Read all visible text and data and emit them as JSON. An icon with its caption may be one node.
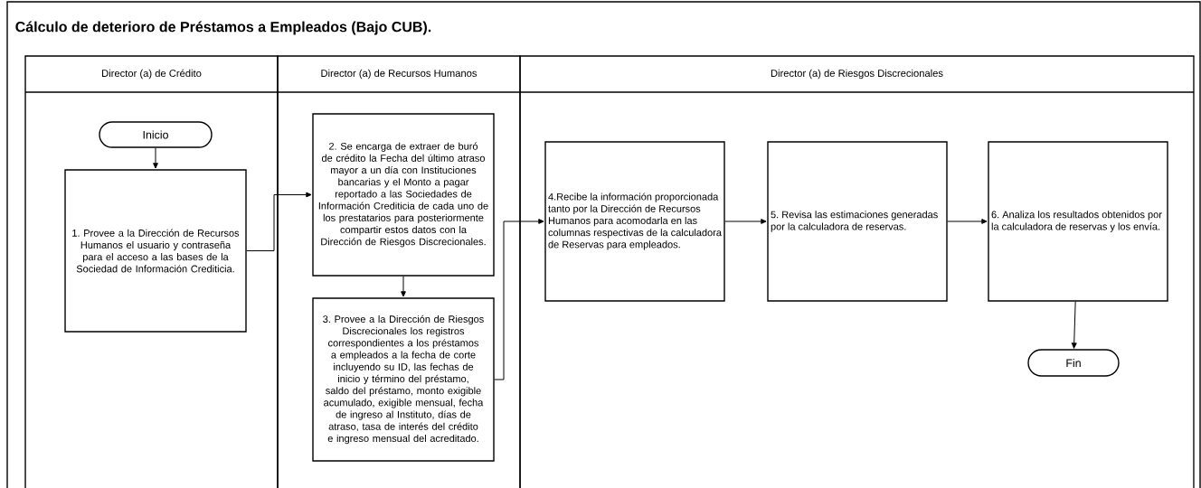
{
  "diagram": {
    "nodes": [
      {
        "text": [
          "Cálculo de deterioro de Préstamos a Empleados (Bajo CUB)."
        ]
      },
      {
        "text": [
          "Director (a) de Crédito"
        ],
        "in": 0
      },
      {
        "text": [
          "Director (a) de Recursos Humanos"
        ],
        "in": 0
      },
      {
        "text": [
          "Director (a) de Riesgos Discrecionales"
        ],
        "in": 0
      },
      {
        "text": [
          "Inicio"
        ],
        "in": 1
      },
      {
        "text": [
          "1. Provee a la Dirección de Recursos Humanos el usuario y contraseña para el acceso a las bases de la Sociedad de Información Crediticia."
        ],
        "in": 1
      },
      {
        "text": [
          "2. Se encarga de extraer de buró de crédito la Fecha del último atraso mayor a un día con Instituciones bancarias y el Monto a pagar reportado a las Sociedades de Información Crediticia de cada uno de los prestatarios para posteriormente compartir estos datos con la Dirección de Riesgos Discrecionales."
        ],
        "in": 2
      },
      {
        "text": [
          "3. Provee a la Dirección de Riesgos Discrecionales los registros correspondientes a los préstamos a empleados a la fecha de corte incluyendo su ID, las fechas de inicio y término del préstamo, saldo del préstamo, monto exigible acumulado, exigible mensual, fecha de ingreso al Instituto, días de atraso, tasa de interés del crédito e ingreso mensual del acreditado."
        ],
        "in": 2
      },
      {
        "text": [
          "4.Recibe la información proporcionada tanto por la Dirección de Recursos Humanos para acomodarla en las columnas respectivas de la calculadora de Reservas para empleados."
        ],
        "in": 3
      },
      {
        "text": [
          "5. Revisa las estimaciones generadas por la calculadora de reservas."
        ],
        "in": 3
      },
      {
        "text": [
          "6. Analiza los resultados obtenidos por la calculadora de reservas y los envía."
        ],
        "in": 3
      },
      {
        "text": [
          "Fin"
        ],
        "in": 3
      }
    ],
    "edges": [
      {
        "from": 4,
        "to": 5,
        "arrow": "to"
      },
      {
        "from": 5,
        "to": 6,
        "arrow": "to"
      },
      {
        "from": 6,
        "to": 7,
        "arrow": "to"
      },
      {
        "from": 7,
        "to": 8,
        "arrow": "to"
      },
      {
        "from": 8,
        "to": 9,
        "arrow": "to"
      },
      {
        "from": 9,
        "to": 10,
        "arrow": "to"
      },
      {
        "from": 10,
        "to": 11,
        "arrow": "to"
      }
    ]
  }
}
